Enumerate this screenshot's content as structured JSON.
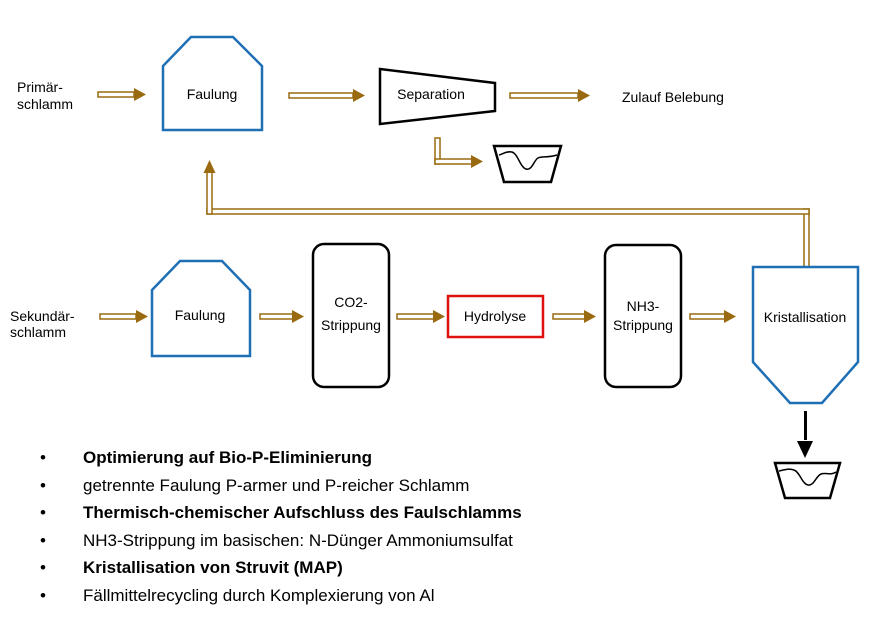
{
  "inputs": {
    "primary_line1": "Primär-",
    "primary_line2": "schlamm",
    "secondary_line1": "Sekundär-",
    "secondary_line2": "schlamm"
  },
  "nodes": {
    "faulung_primary": "Faulung",
    "separation": "Separation",
    "zulauf": "Zulauf Belebung",
    "faulung_secondary": "Faulung",
    "co2_line1": "CO2-",
    "co2_line2": "Strippung",
    "hydrolyse": "Hydrolyse",
    "nh3_line1": "NH3-",
    "nh3_line2": "Strippung",
    "kristallisation": "Kristallisation"
  },
  "colors": {
    "arrow": "#9a6a10",
    "faulung_border": "#1f6fb5",
    "hydrolyse_border": "#e01010",
    "process_border": "#000000"
  },
  "bullets": [
    {
      "text": "Optimierung auf Bio-P-Eliminierung",
      "bold": true
    },
    {
      "text": "getrennte Faulung P-armer und P-reicher Schlamm",
      "bold": false
    },
    {
      "text": "Thermisch-chemischer Aufschluss des Faulschlamms",
      "bold": true
    },
    {
      "text": "NH3-Strippung im basischen: N-Dünger Ammoniumsulfat",
      "bold": false
    },
    {
      "text": "Kristallisation von Struvit (MAP)",
      "bold": true
    },
    {
      "text": "Fällmittelrecycling durch Komplexierung von Al",
      "bold": false
    }
  ],
  "bullet_symbol": "•"
}
